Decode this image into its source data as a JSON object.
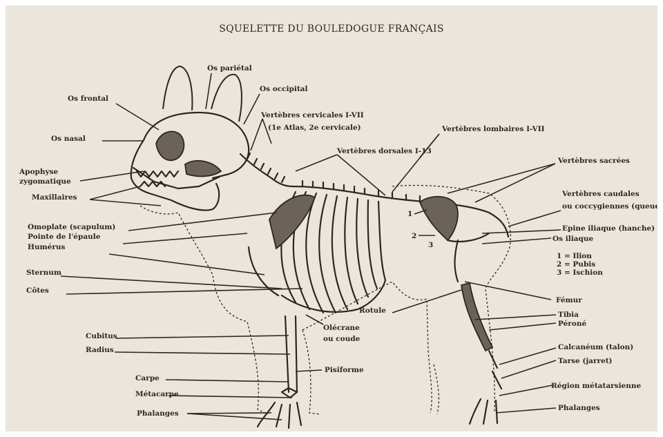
{
  "title": "SQUELETTE DU BOULEDOGUE FRANÇAIS",
  "labels": {
    "os_parietal": "Os pariétal",
    "os_occipital": "Os occipital",
    "os_frontal": "Os frontal",
    "vertebres_cervicales": "Vertèbres cervicales I-VII",
    "vertebres_cervicales_note": "(1e Atlas, 2e cervicale)",
    "vertebres_lombaires": "Vertèbres lombaires I-VII",
    "os_nasal": "Os nasal",
    "vertebres_dorsales": "Vertèbres dorsales I-13",
    "vertebres_sacrees": "Vertèbres sacrées",
    "apophyse_1": "Apophyse",
    "apophyse_2": "zygomatique",
    "maxillaires": "Maxillaires",
    "vertebres_caudales_1": "Vertèbres caudales",
    "vertebres_caudales_2": "ou coccygiennes (queue)",
    "omoplate": "Omoplate (scapulum)",
    "pointe_epaule": "Pointe de l'épaule",
    "epine_iliaque": "Epine iliaque (hanche)",
    "os_iliaque": "Os iliaque",
    "humerus": "Humérus",
    "pelvis_1": "1 = Ilion",
    "pelvis_2": "2 = Pubis",
    "pelvis_3": "3 = Ischion",
    "sternum": "Sternum",
    "cotes": "Côtes",
    "femur": "Fémur",
    "rotule": "Rotule",
    "tibia": "Tibia",
    "perone": "Péroné",
    "olecrane_1": "Olécrane",
    "olecrane_2": "ou coude",
    "cubitus": "Cubitus",
    "radius": "Radius",
    "calcaneum": "Calcanéum (talon)",
    "tarse": "Tarse (jarret)",
    "pisiforme": "Pisiforme",
    "carpe": "Carpe",
    "region_metatarsienne": "Région métatarsienne",
    "metacarpe": "Métacarpe",
    "phalanges_avant": "Phalanges",
    "phalanges_arriere": "Phalanges",
    "num_1": "1",
    "num_2": "2",
    "num_3": "3"
  }
}
